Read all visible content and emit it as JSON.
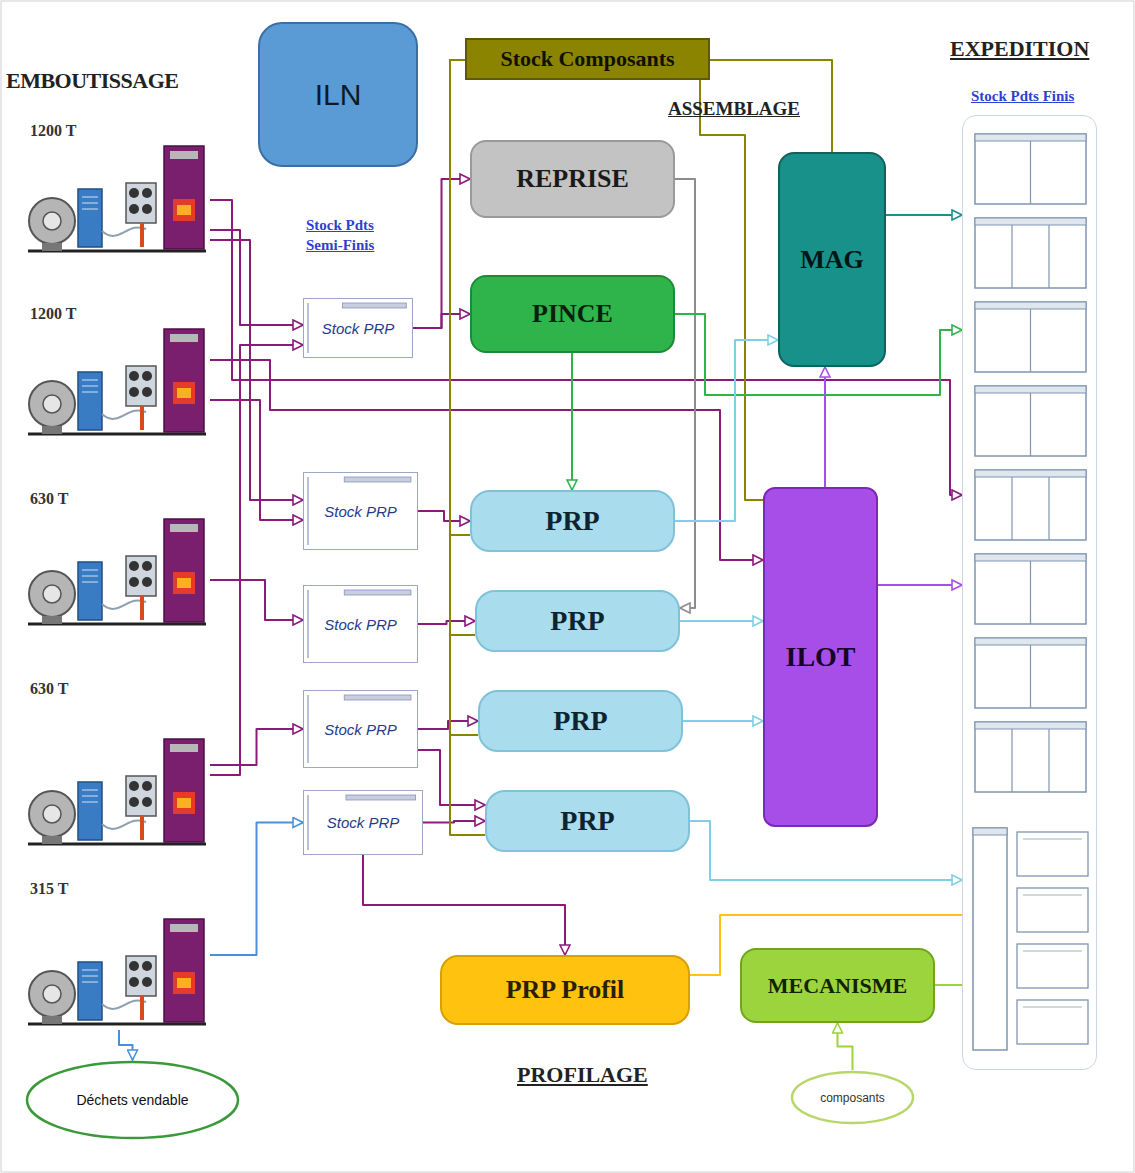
{
  "diagram": {
    "nodes": [
      {
        "text": [
          "1200 T"
        ]
      },
      {
        "text": [
          "ILN"
        ]
      },
      {
        "text": [
          "Stock Composants"
        ]
      },
      {
        "text": [
          "REPRISE"
        ]
      },
      {
        "text": [
          "PINCE"
        ]
      },
      {
        "text": [
          "MAG"
        ]
      },
      {
        "text": [
          "1200 T"
        ]
      },
      {
        "text": [
          "Stock PRP"
        ]
      },
      {
        "text": [
          "630 T"
        ]
      },
      {
        "text": [
          "Stock PRP"
        ]
      },
      {
        "text": [
          "PRP"
        ]
      },
      {
        "text": [
          "ILOT"
        ]
      },
      {
        "text": [
          "Stock PRP"
        ]
      },
      {
        "text": [
          "PRP"
        ]
      },
      {
        "text": [
          "630 T"
        ]
      },
      {
        "text": [
          "Stock PRP"
        ]
      },
      {
        "text": [
          "PRP"
        ]
      },
      {
        "text": [
          "Stock PRP"
        ]
      },
      {
        "text": [
          "PRP"
        ]
      },
      {
        "text": [
          "315 T"
        ]
      },
      {
        "text": [
          "PRP Profil"
        ]
      },
      {
        "text": [
          "MECANISME"
        ]
      },
      {
        "text": [
          "Déchets vendable"
        ]
      },
      {
        "text": [
          "composants"
        ]
      },
      {
        "text": [
          "Stock Pdts Finis"
        ]
      }
    ],
    "edges": [
      {
        "from": 0,
        "to": 7,
        "arrow": "to"
      },
      {
        "from": 0,
        "to": 9,
        "arrow": "to"
      },
      {
        "from": 0,
        "to": 24,
        "arrow": "to"
      },
      {
        "from": 6,
        "to": 9,
        "arrow": "to"
      },
      {
        "from": 6,
        "to": 11,
        "arrow": "to"
      },
      {
        "from": 8,
        "to": 12,
        "arrow": "to"
      },
      {
        "from": 14,
        "to": 7,
        "arrow": "to"
      },
      {
        "from": 14,
        "to": 15,
        "arrow": "to"
      },
      {
        "from": 19,
        "to": 17,
        "arrow": "to"
      },
      {
        "from": 19,
        "to": 22,
        "arrow": "to"
      },
      {
        "from": 7,
        "to": 3,
        "arrow": "to"
      },
      {
        "from": 7,
        "to": 4,
        "arrow": "to"
      },
      {
        "from": 9,
        "to": 10,
        "arrow": "to"
      },
      {
        "from": 12,
        "to": 13,
        "arrow": "to"
      },
      {
        "from": 15,
        "to": 16,
        "arrow": "to"
      },
      {
        "from": 15,
        "to": 18,
        "arrow": "to"
      },
      {
        "from": 17,
        "to": 18,
        "arrow": "to"
      },
      {
        "from": 17,
        "to": 20,
        "arrow": "to"
      },
      {
        "from": 2,
        "to": 10,
        "arrow": "none"
      },
      {
        "from": 2,
        "to": 13,
        "arrow": "none"
      },
      {
        "from": 2,
        "to": 16,
        "arrow": "none"
      },
      {
        "from": 2,
        "to": 18,
        "arrow": "none"
      },
      {
        "from": 2,
        "to": 5,
        "arrow": "none"
      },
      {
        "from": 2,
        "to": 11,
        "arrow": "none"
      },
      {
        "from": 3,
        "to": 13,
        "arrow": "to"
      },
      {
        "from": 4,
        "to": 10,
        "arrow": "to"
      },
      {
        "from": 4,
        "to": 24,
        "arrow": "to"
      },
      {
        "from": 10,
        "to": 5,
        "arrow": "to"
      },
      {
        "from": 13,
        "to": 11,
        "arrow": "to"
      },
      {
        "from": 16,
        "to": 11,
        "arrow": "to"
      },
      {
        "from": 18,
        "to": 24,
        "arrow": "to"
      },
      {
        "from": 11,
        "to": 5,
        "arrow": "to"
      },
      {
        "from": 11,
        "to": 24,
        "arrow": "to"
      },
      {
        "from": 5,
        "to": 24,
        "arrow": "to"
      },
      {
        "from": 20,
        "to": 24,
        "arrow": "none"
      },
      {
        "from": 21,
        "to": 24,
        "arrow": "none"
      },
      {
        "from": 23,
        "to": 21,
        "arrow": "to"
      }
    ],
    "labels": [
      "EMBOUTISSAGE",
      "Stock Pdts Semi-Finis",
      "ASSEMBLAGE",
      "EXPEDITION",
      "PROFILAGE"
    ]
  }
}
